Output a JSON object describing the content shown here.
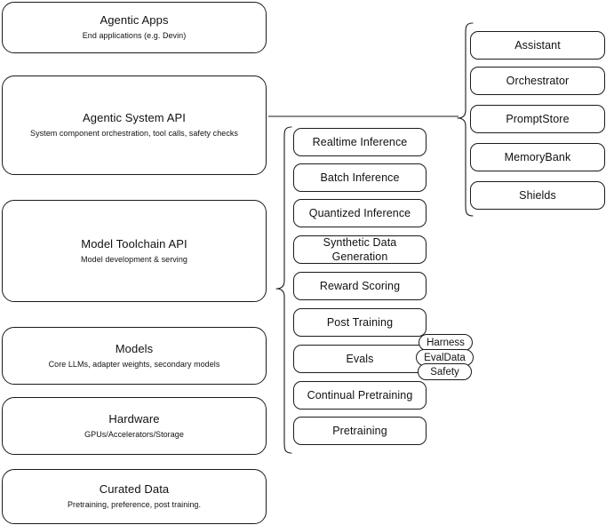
{
  "diagram": {
    "type": "layered-architecture-stack",
    "stroke_color": "#1a1a1a",
    "background_color": "#ffffff",
    "layers": [
      {
        "title": "Agentic Apps",
        "subtitle": "End applications (e.g. Devin)"
      },
      {
        "title": "Agentic System API",
        "subtitle": "System component orchestration, tool calls, safety checks"
      },
      {
        "title": "Model Toolchain API",
        "subtitle": "Model development & serving"
      },
      {
        "title": "Models",
        "subtitle": "Core LLMs, adapter weights, secondary models"
      },
      {
        "title": "Hardware",
        "subtitle": "GPUs/Accelerators/Storage"
      },
      {
        "title": "Curated Data",
        "subtitle": "Pretraining, preference, post training."
      }
    ],
    "toolchain_items": [
      {
        "label": "Realtime Inference"
      },
      {
        "label": "Batch Inference"
      },
      {
        "label": "Quantized Inference"
      },
      {
        "label": "Synthetic Data Generation"
      },
      {
        "label": "Reward Scoring"
      },
      {
        "label": "Post Training"
      },
      {
        "label": "Evals"
      },
      {
        "label": "Continual Pretraining"
      },
      {
        "label": "Pretraining"
      }
    ],
    "eval_pills": [
      {
        "label": "Harness"
      },
      {
        "label": "EvalData"
      },
      {
        "label": "Safety"
      }
    ],
    "system_items": [
      {
        "label": "Assistant"
      },
      {
        "label": "Orchestrator"
      },
      {
        "label": "PromptStore"
      },
      {
        "label": "MemoryBank"
      },
      {
        "label": "Shields"
      }
    ]
  }
}
